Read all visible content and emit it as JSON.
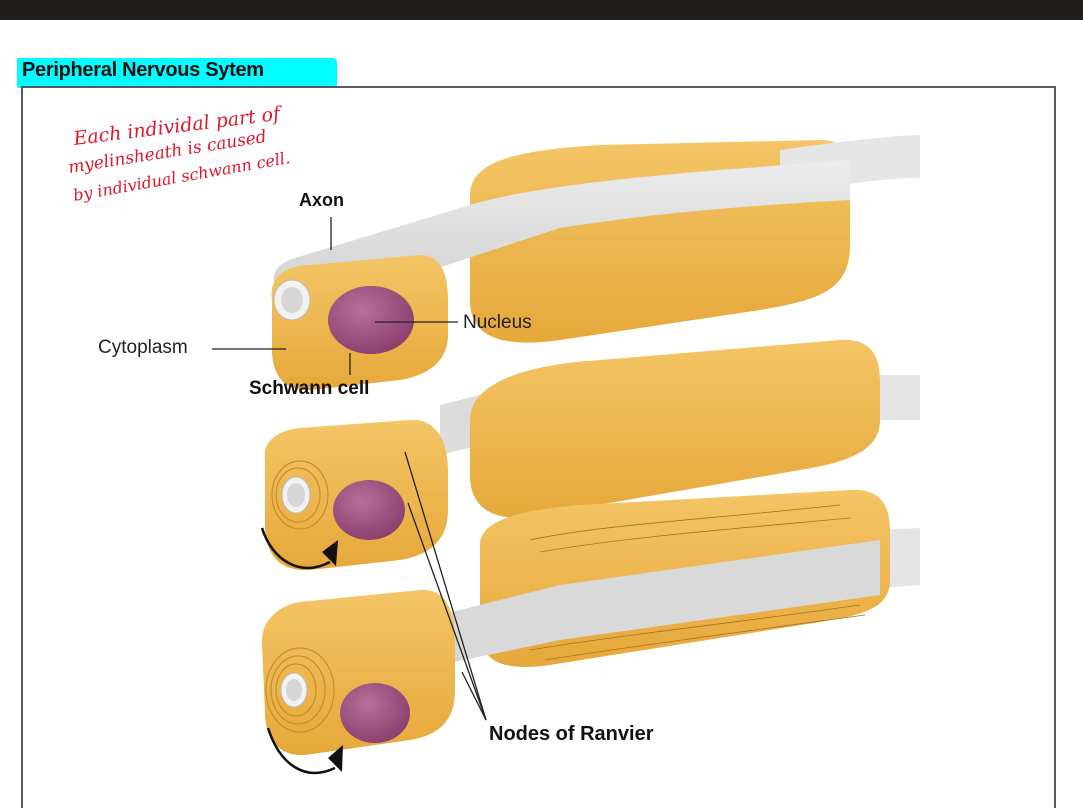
{
  "viewer": {
    "top_bar_color": "#201f1e"
  },
  "heading": {
    "text": "Peripheral Nervous Sytem",
    "highlight_color": "#00fdff"
  },
  "annotation": {
    "color": "#e0162b",
    "lines": [
      "Each individal part of",
      "myelinsheath is caused",
      "by individual schwann cell."
    ]
  },
  "diagram": {
    "labels": {
      "axon": "Axon",
      "cytoplasm": "Cytoplasm",
      "nucleus": "Nucleus",
      "schwann_cell": "Schwann cell",
      "nodes_of_ranvier": "Nodes of Ranvier"
    },
    "colors": {
      "myelin": "#f0b84a",
      "myelin_dark": "#e3a02e",
      "axon": "#dcdcdc",
      "nucleus": "#9a4a78"
    },
    "stages": 3
  }
}
